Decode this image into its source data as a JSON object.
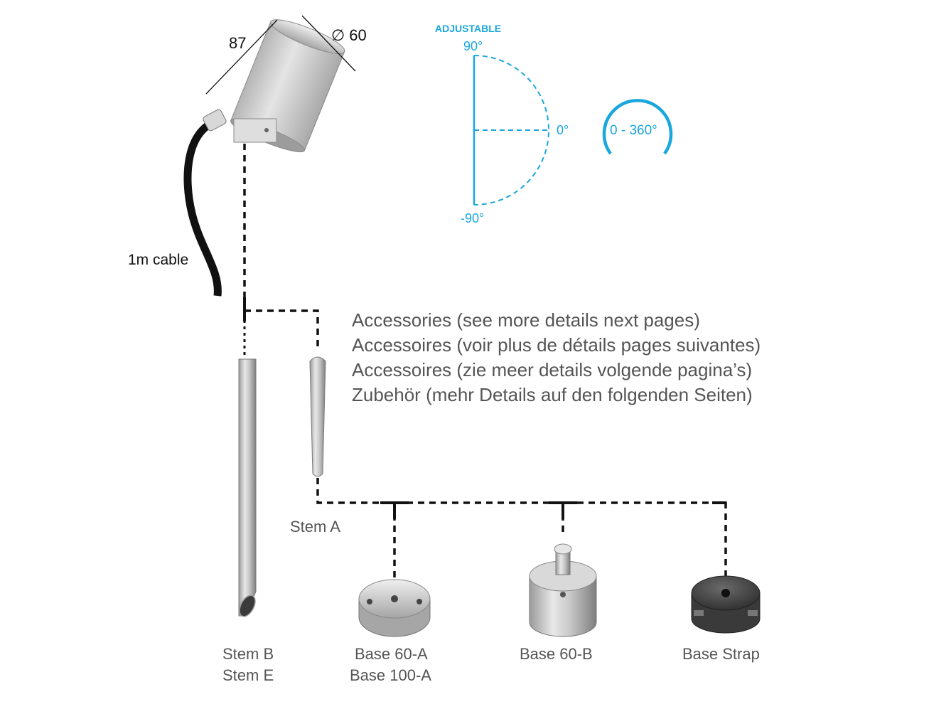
{
  "luminaire": {
    "length_dim": "87",
    "diameter_dim": "∅ 60",
    "cable_label": "1m cable"
  },
  "adjustable": {
    "title": "ADJUSTABLE",
    "angle_top": "90°",
    "angle_mid": "0°",
    "angle_bottom": "-90°",
    "rotation": "0 - 360°",
    "color": "#1aa7dd"
  },
  "accessories": {
    "lines": [
      "Accessories (see more details next pages)",
      "Accessoires (voir plus de détails pages suivantes)",
      "Accessoires (zie meer details volgende pagina’s)",
      "Zubehör (mehr Details auf den folgenden Seiten)"
    ],
    "text_color": "#555555"
  },
  "parts": {
    "stem_a": "Stem A",
    "stem_b": "Stem B",
    "stem_e": "Stem E",
    "base_60a": "Base 60-A",
    "base_100a": "Base 100-A",
    "base_60b": "Base 60-B",
    "base_strap": "Base Strap"
  }
}
